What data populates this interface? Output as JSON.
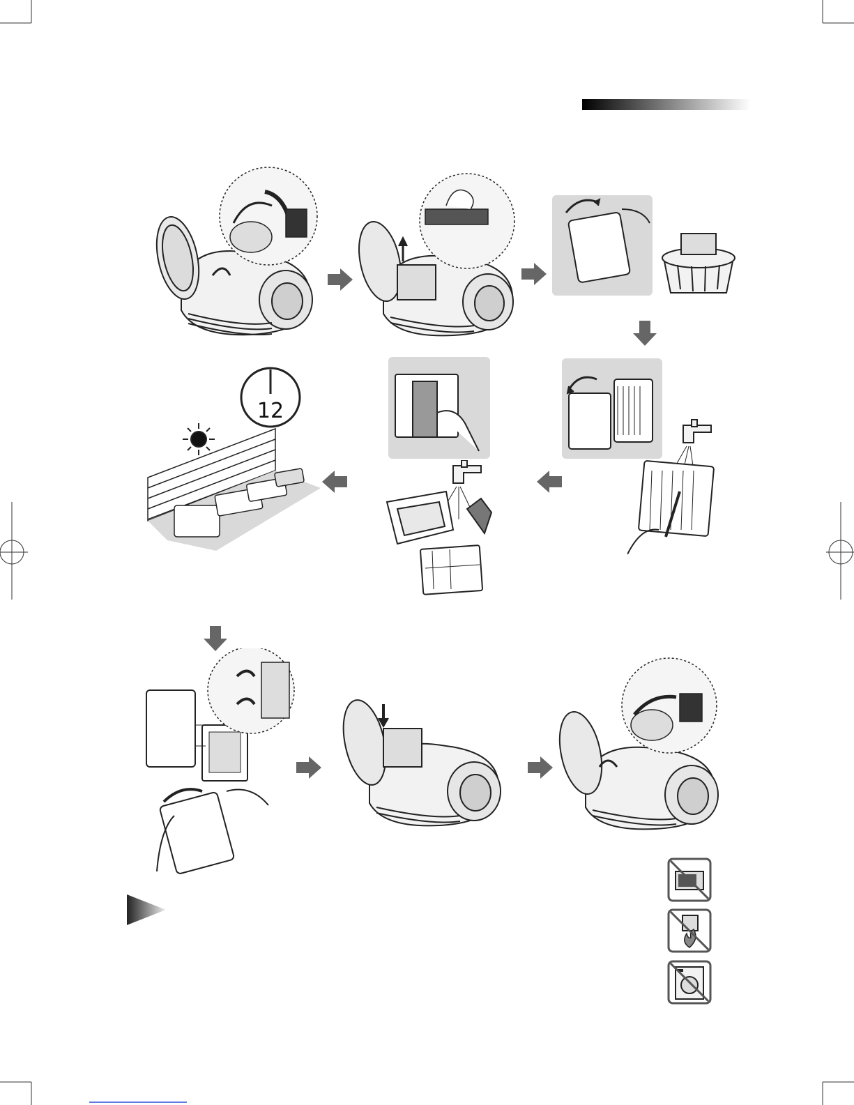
{
  "page": {
    "header_bar": {
      "gradient_start": "#000000",
      "gradient_end": "#ffffff"
    },
    "note_marker": {
      "icon": "triangle-pointer-icon",
      "color_start": "#222222",
      "color_end": "#eeeeee"
    }
  },
  "steps": [
    {
      "id": "open-lid-release-latch",
      "icon": "vacuum-lid-open-icon"
    },
    {
      "id": "lift-dust-container",
      "icon": "vacuum-container-lift-icon"
    },
    {
      "id": "empty-container-into-bin",
      "icon": "trash-bin-icon"
    },
    {
      "id": "separate-filter-frame",
      "icon": "filter-open-icon"
    },
    {
      "id": "rinse-filter-under-tap",
      "icon": "tap-water-icon"
    },
    {
      "id": "rinse-container-parts",
      "icon": "tap-water-icon"
    },
    {
      "id": "remove-sponge-filter",
      "icon": "sponge-filter-icon"
    },
    {
      "id": "dry-in-shade",
      "icon": "sun-icon"
    },
    {
      "id": "reassemble-filter",
      "icon": "filter-assemble-icon"
    },
    {
      "id": "insert-container",
      "icon": "vacuum-container-insert-icon"
    },
    {
      "id": "close-latch",
      "icon": "vacuum-lid-close-icon"
    }
  ],
  "drying": {
    "clock_label": "12"
  },
  "warnings": [
    {
      "icon": "no-microwave-icon"
    },
    {
      "icon": "no-fire-drying-icon"
    },
    {
      "icon": "no-washing-machine-icon"
    }
  ],
  "colors": {
    "arrow": "#666666",
    "panel": "#d9d9d9",
    "line": "#222222"
  }
}
